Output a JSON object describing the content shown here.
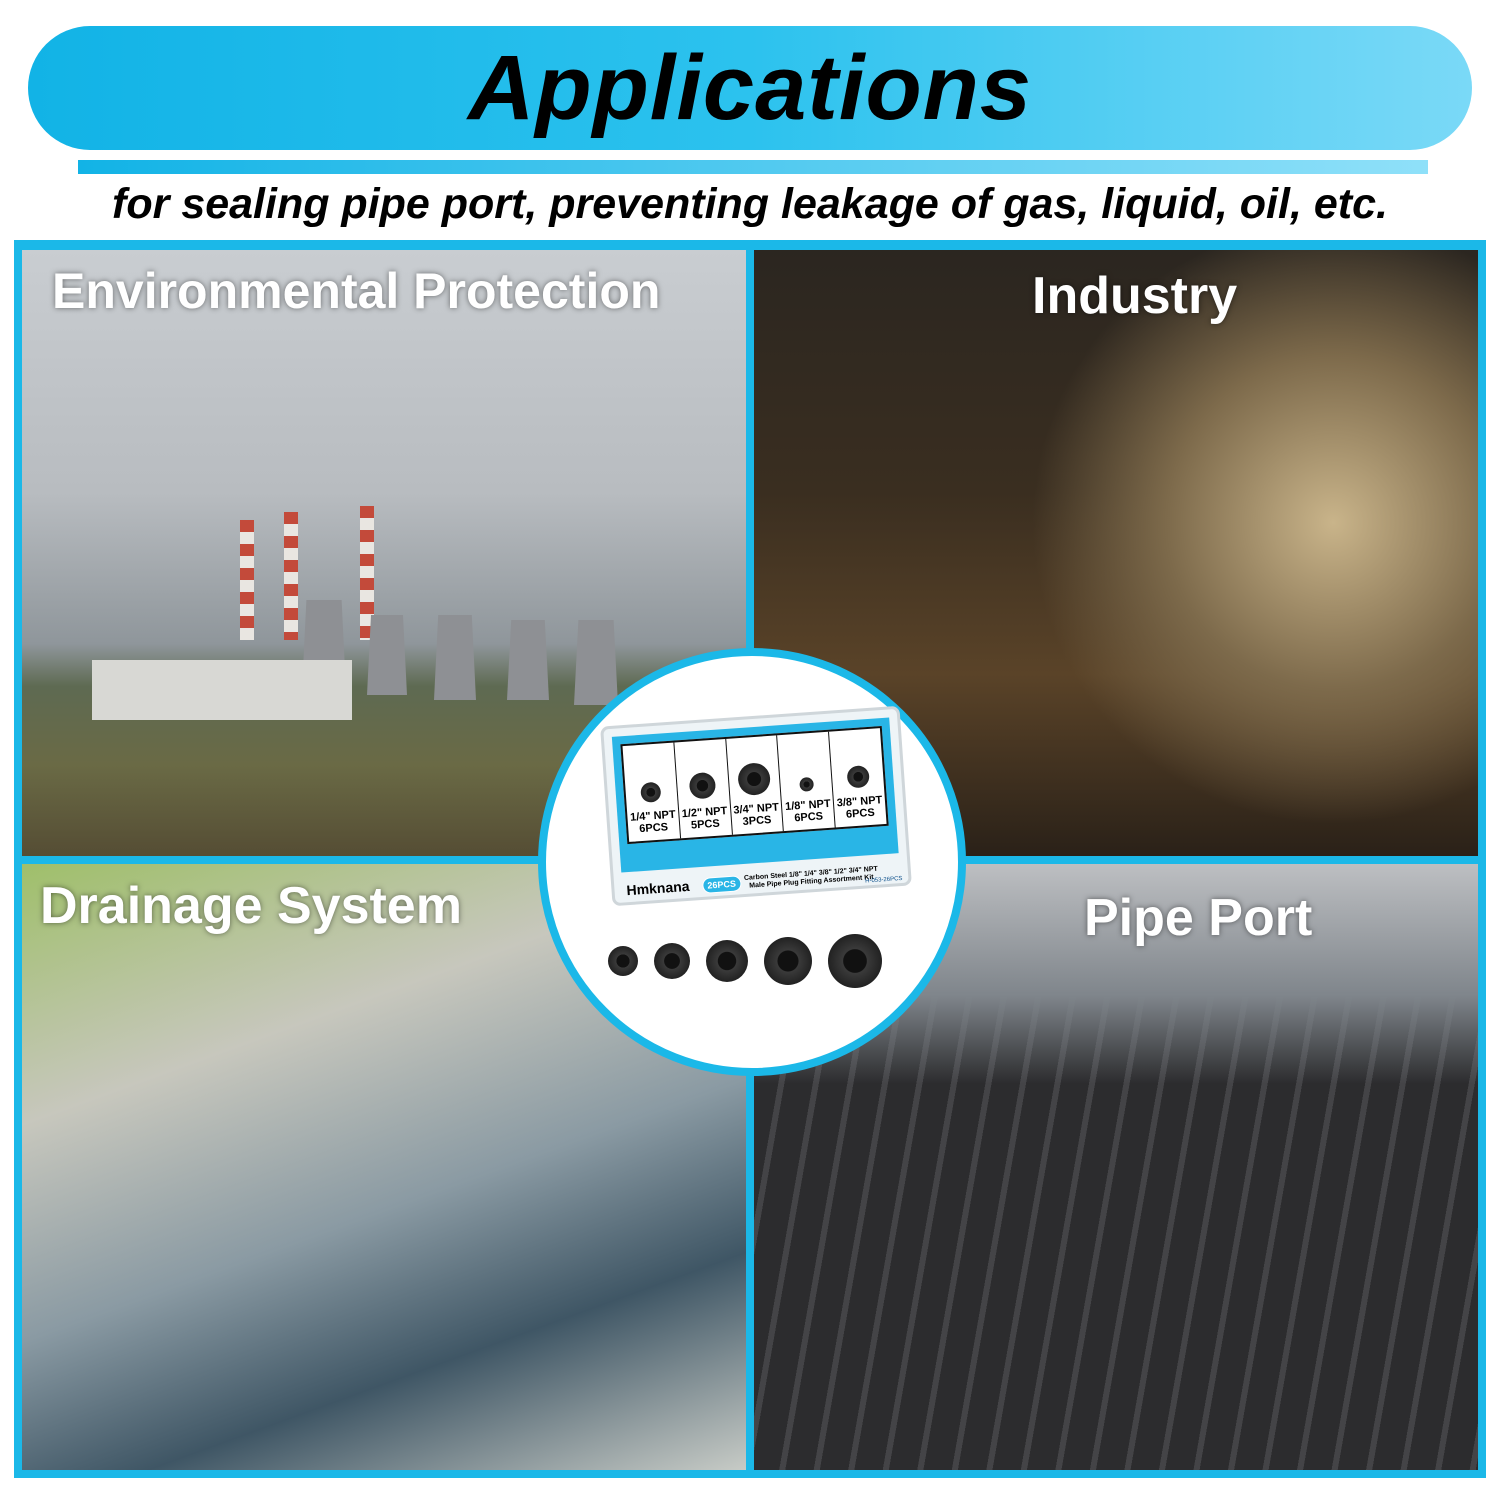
{
  "header": {
    "title": "Applications",
    "subtitle": "for sealing pipe port, preventing leakage of gas, liquid, oil, etc."
  },
  "panels": [
    {
      "label": "Environmental Protection"
    },
    {
      "label": "Industry"
    },
    {
      "label": "Drainage System"
    },
    {
      "label": "Pipe Port"
    }
  ],
  "product": {
    "compartments": [
      {
        "size": "1/4\" NPT",
        "qty": "6PCS",
        "d": 20
      },
      {
        "size": "1/2\" NPT",
        "qty": "5PCS",
        "d": 26
      },
      {
        "size": "3/4\" NPT",
        "qty": "3PCS",
        "d": 32
      },
      {
        "size": "1/8\" NPT",
        "qty": "6PCS",
        "d": 14
      },
      {
        "size": "3/8\" NPT",
        "qty": "6PCS",
        "d": 22
      }
    ],
    "brand": "Hmknana",
    "count_badge": "26PCS",
    "description_line1": "Carbon Steel 1/8\" 1/4\" 3/8\" 1/2\" 3/4\" NPT",
    "description_line2": "Male Pipe Plug Fitting Assortment Kit",
    "model_code": "H-053-26PCS"
  },
  "colors": {
    "accent": "#1bb8e8"
  }
}
